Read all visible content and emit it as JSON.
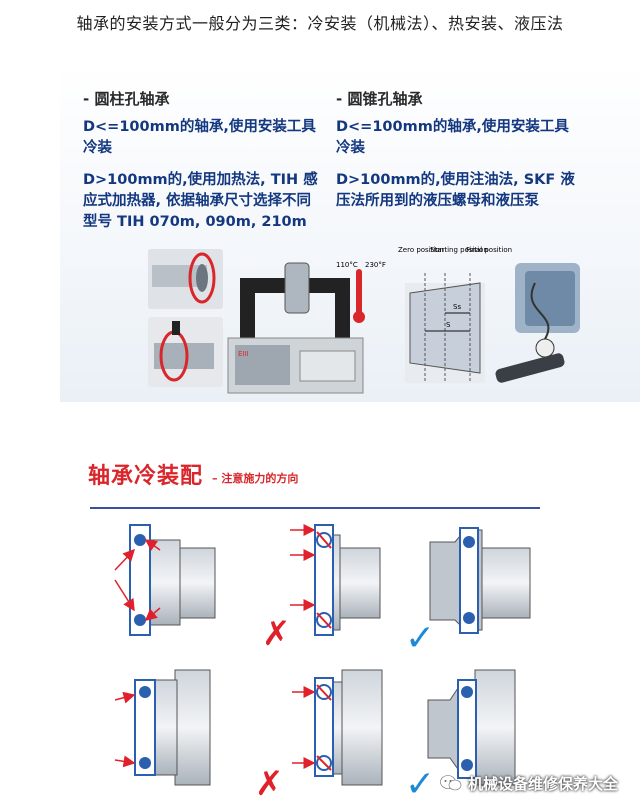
{
  "heading": "轴承的安装方式一般分为三类：冷安装（机械法）、热安装、液压法",
  "left_col": {
    "title": "- 圆柱孔轴承",
    "p1": "D<=100mm的轴承,使用安装工具冷装",
    "p2": "D>100mm的,使用加热法, TIH 感应式加热器, 依据轴承尺寸选择不同型号 TIH 070m, 090m, 210m"
  },
  "right_col": {
    "title": "- 圆锥孔轴承",
    "p1": "D<=100mm的轴承,使用安装工具冷装",
    "p2": "D>100mm的,使用注油法, SKF 液压法所用到的液压螺母和液压泵"
  },
  "figure_labels": {
    "temp1": "110°C",
    "temp2": "230°F",
    "zero": "Zero position",
    "starting": "Starting position",
    "final": "Final position",
    "ss": "Ss",
    "s": "S",
    "heater_brand": "EIII"
  },
  "section": {
    "title": "轴承冷装配",
    "subtitle": "– 注意施力的方向"
  },
  "marks": {
    "wrong": "✗",
    "right": "✓"
  },
  "watermark": {
    "text": "机械设备维修保养大全",
    "icon": "wechat-icon"
  },
  "colors": {
    "title_red": "#d9262b",
    "text_blue": "#14387f",
    "check_blue": "#1e8ad6",
    "cross_red": "#e0202a",
    "diagram_blue": "#2b5fb0",
    "arrow_red": "#e0202a"
  }
}
